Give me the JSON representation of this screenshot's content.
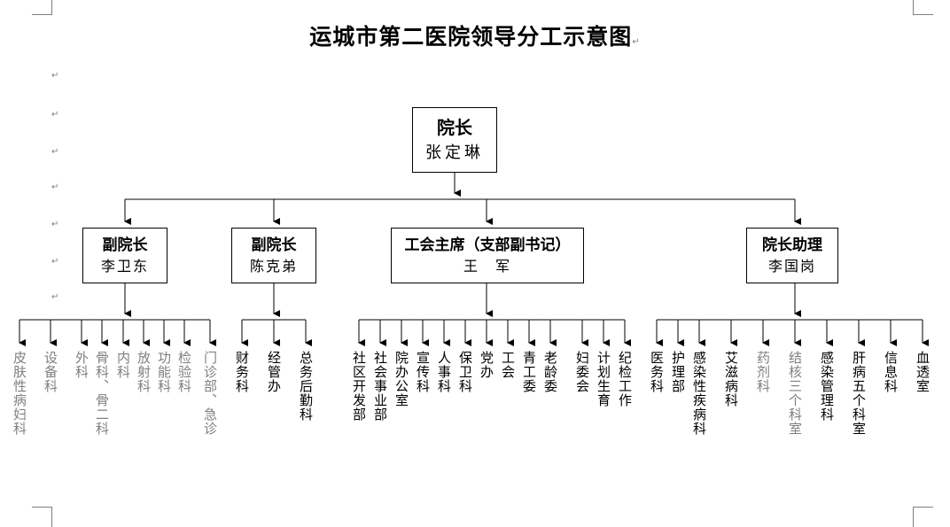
{
  "title": "运城市第二医院领导分工示意图",
  "paragraph_mark": "↵",
  "director": {
    "role": "院长",
    "name": "张定琳"
  },
  "leaders": [
    {
      "role": "副院长",
      "name": "李卫东"
    },
    {
      "role": "副院长",
      "name": "陈克弟"
    },
    {
      "role": "工会主席（支部副书记）",
      "name": "王　军"
    },
    {
      "role": "院长助理",
      "name": "李国岗"
    }
  ],
  "groups": [
    [
      "皮肤性病妇科",
      "设备科",
      "外科",
      "骨科、骨二科",
      "内科",
      "放射科",
      "功能科",
      "检验科",
      "门诊部、急诊"
    ],
    [
      "财务科",
      "经管办",
      "总务后勤科"
    ],
    [
      "社区开发部",
      "社会事业部",
      "院办公室",
      "宣传科",
      "人事科",
      "保卫科",
      "党办",
      "工会",
      "青工委",
      "老龄委",
      "妇委会",
      "计划生育",
      "纪检工作"
    ],
    [
      "医务科",
      "护理部",
      "感染性疾病科",
      "艾滋病科",
      "药剂科",
      "结核三个科室",
      "感染管理科",
      "肝病五个科室",
      "信息科",
      "血透室"
    ]
  ]
}
